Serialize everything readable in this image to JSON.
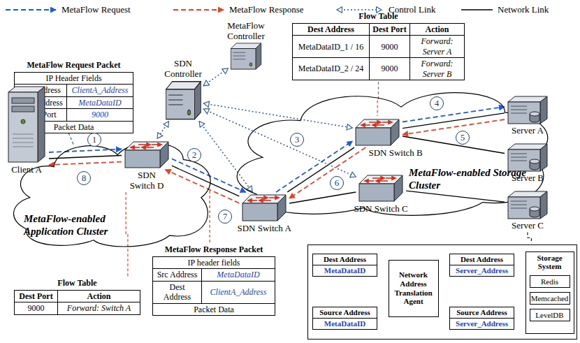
{
  "diagram": {
    "nodes": [
      {
        "text": [
          "MetaFlow Request Packet",
          "IP Header Fields",
          "Src Address",
          "ClientA_Address",
          "Dest Address",
          "MetaDataID",
          "Dest Port",
          "9000",
          "Packet Data"
        ]
      },
      {
        "text": [
          "MetaFlow Controller"
        ]
      },
      {
        "text": [
          "SDN Controller"
        ]
      },
      {
        "text": [
          "Flow Table",
          "Dest Address",
          "Dest Port",
          "Action",
          "MetaDataID_1 / 16",
          "9000",
          "Forward: Server A",
          "MetaDataID_2 / 24",
          "9000",
          "Forward: Server B"
        ]
      },
      {
        "text": [
          "Client A"
        ]
      },
      {
        "text": [
          "MetaFlow-enabled Application Cluster"
        ]
      },
      {
        "text": [
          "SDN Switch D"
        ],
        "in": 5
      },
      {
        "text": [
          "MetaFlow-enabled Storage Cluster"
        ]
      },
      {
        "text": [
          "SDN Switch B"
        ],
        "in": 7
      },
      {
        "text": [
          "SDN Switch A"
        ]
      },
      {
        "text": [
          "SDN Switch C"
        ],
        "in": 7
      },
      {
        "text": [
          "Server A"
        ]
      },
      {
        "text": [
          "Server B"
        ]
      },
      {
        "text": [
          "Server C"
        ]
      },
      {
        "text": [
          "MetaFlow Response Packet",
          "IP header fields",
          "Src Address",
          "MetaDataID",
          "Dest Address",
          "ClientA_Address",
          "Packet Data"
        ]
      },
      {
        "text": [
          "Flow Table",
          "Dest Port",
          "Action",
          "9000",
          "Forward: Switch A"
        ]
      },
      {
        "text": []
      },
      {
        "text": [
          "Dest Address",
          "MetaDataID"
        ],
        "in": 16
      },
      {
        "text": [
          "Source Address",
          "MetaDataID"
        ],
        "in": 16
      },
      {
        "text": [
          "Network Address Translation Agent"
        ],
        "in": 16
      },
      {
        "text": [
          "Dest Address",
          "Server_Address"
        ],
        "in": 16
      },
      {
        "text": [
          "Source Address",
          "Server_Address"
        ],
        "in": 16
      },
      {
        "text": [
          "Storage System"
        ],
        "in": 16
      },
      {
        "text": [
          "Redis"
        ],
        "in": 22
      },
      {
        "text": [
          "Memcached"
        ],
        "in": 22
      },
      {
        "text": [
          "LevelDB"
        ],
        "in": 22
      }
    ],
    "edges": [
      {
        "from": 4,
        "to": 6,
        "arrow": "none"
      },
      {
        "from": 6,
        "to": 9,
        "arrow": "none"
      },
      {
        "from": 9,
        "to": 8,
        "arrow": "none"
      },
      {
        "from": 9,
        "to": 10,
        "arrow": "none"
      },
      {
        "from": 8,
        "to": 11,
        "arrow": "none"
      },
      {
        "from": 8,
        "to": 12,
        "arrow": "none"
      },
      {
        "from": 10,
        "to": 13,
        "arrow": "none"
      },
      {
        "from": 2,
        "to": 1,
        "arrow": "both"
      },
      {
        "from": 2,
        "to": 6,
        "arrow": "both"
      },
      {
        "from": 2,
        "to": 9,
        "arrow": "both"
      },
      {
        "from": 2,
        "to": 8,
        "arrow": "both"
      },
      {
        "from": 2,
        "to": 10,
        "arrow": "both"
      },
      {
        "from": 4,
        "to": 6,
        "arrow": "to"
      },
      {
        "from": 6,
        "to": 9,
        "arrow": "to"
      },
      {
        "from": 9,
        "to": 8,
        "arrow": "to"
      },
      {
        "from": 8,
        "to": 11,
        "arrow": "to"
      },
      {
        "from": 11,
        "to": 8,
        "arrow": "to"
      },
      {
        "from": 8,
        "to": 9,
        "arrow": "to"
      },
      {
        "from": 9,
        "to": 6,
        "arrow": "to"
      },
      {
        "from": 6,
        "to": 4,
        "arrow": "to"
      },
      {
        "from": 3,
        "to": 8,
        "arrow": "none"
      },
      {
        "from": 6,
        "to": 15,
        "arrow": "none"
      },
      {
        "from": 13,
        "to": 16,
        "arrow": "none"
      },
      {
        "from": 17,
        "to": 19,
        "arrow": "to"
      },
      {
        "from": 19,
        "to": 20,
        "arrow": "to"
      },
      {
        "from": 20,
        "to": 22,
        "arrow": "to"
      },
      {
        "from": 22,
        "to": 21,
        "arrow": "to"
      },
      {
        "from": 21,
        "to": 19,
        "arrow": "to"
      },
      {
        "from": 19,
        "to": 18,
        "arrow": "to"
      }
    ],
    "labels": [
      "1",
      "2",
      "3",
      "4",
      "5",
      "6",
      "7",
      "8"
    ],
    "legend": [
      {
        "text": "MetaFlow Request"
      },
      {
        "text": "MetaFlow Response"
      },
      {
        "text": "Control Link"
      },
      {
        "text": "Network Link"
      }
    ]
  }
}
